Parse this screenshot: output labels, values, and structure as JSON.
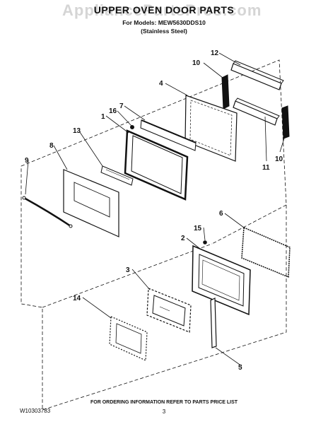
{
  "header": {
    "title": "UPPER OVEN DOOR PARTS",
    "watermark": "AppliancePartsPros.com",
    "model_line": "For Models: MEW5630DDS10",
    "finish_line": "(Stainless Steel)"
  },
  "callouts": [
    "12",
    "10",
    "4",
    "7",
    "16",
    "1",
    "13",
    "8",
    "9",
    "11",
    "10",
    "6",
    "2",
    "15",
    "3",
    "14",
    "5"
  ],
  "footer": {
    "order_info": "FOR ORDERING INFORMATION REFER TO PARTS PRICE LIST",
    "doc_number": "W10303783",
    "page_number": "3"
  },
  "colors": {
    "ink": "#111111",
    "watermark": "#c8c8c8"
  }
}
